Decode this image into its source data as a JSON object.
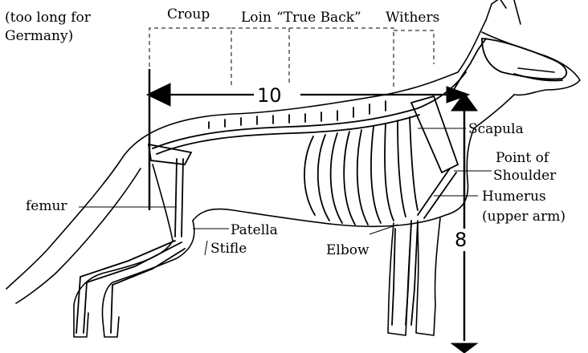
{
  "diagram": {
    "note_line1": "(too long for",
    "note_line2": "Germany)",
    "croup": "Croup",
    "loin": "Loin",
    "true_back": "“True Back”",
    "withers": "Withers",
    "length_value": "10",
    "height_value": "8",
    "scapula": "Scapula",
    "point_of_shoulder_1": "Point of",
    "point_of_shoulder_2": "Shoulder",
    "humerus": "Humerus",
    "upper_arm": "(upper arm)",
    "femur": "femur",
    "patella": "Patella",
    "stifle": "Stifle",
    "elbow": "Elbow"
  },
  "colors": {
    "ink": "#000000",
    "background": "#ffffff"
  }
}
